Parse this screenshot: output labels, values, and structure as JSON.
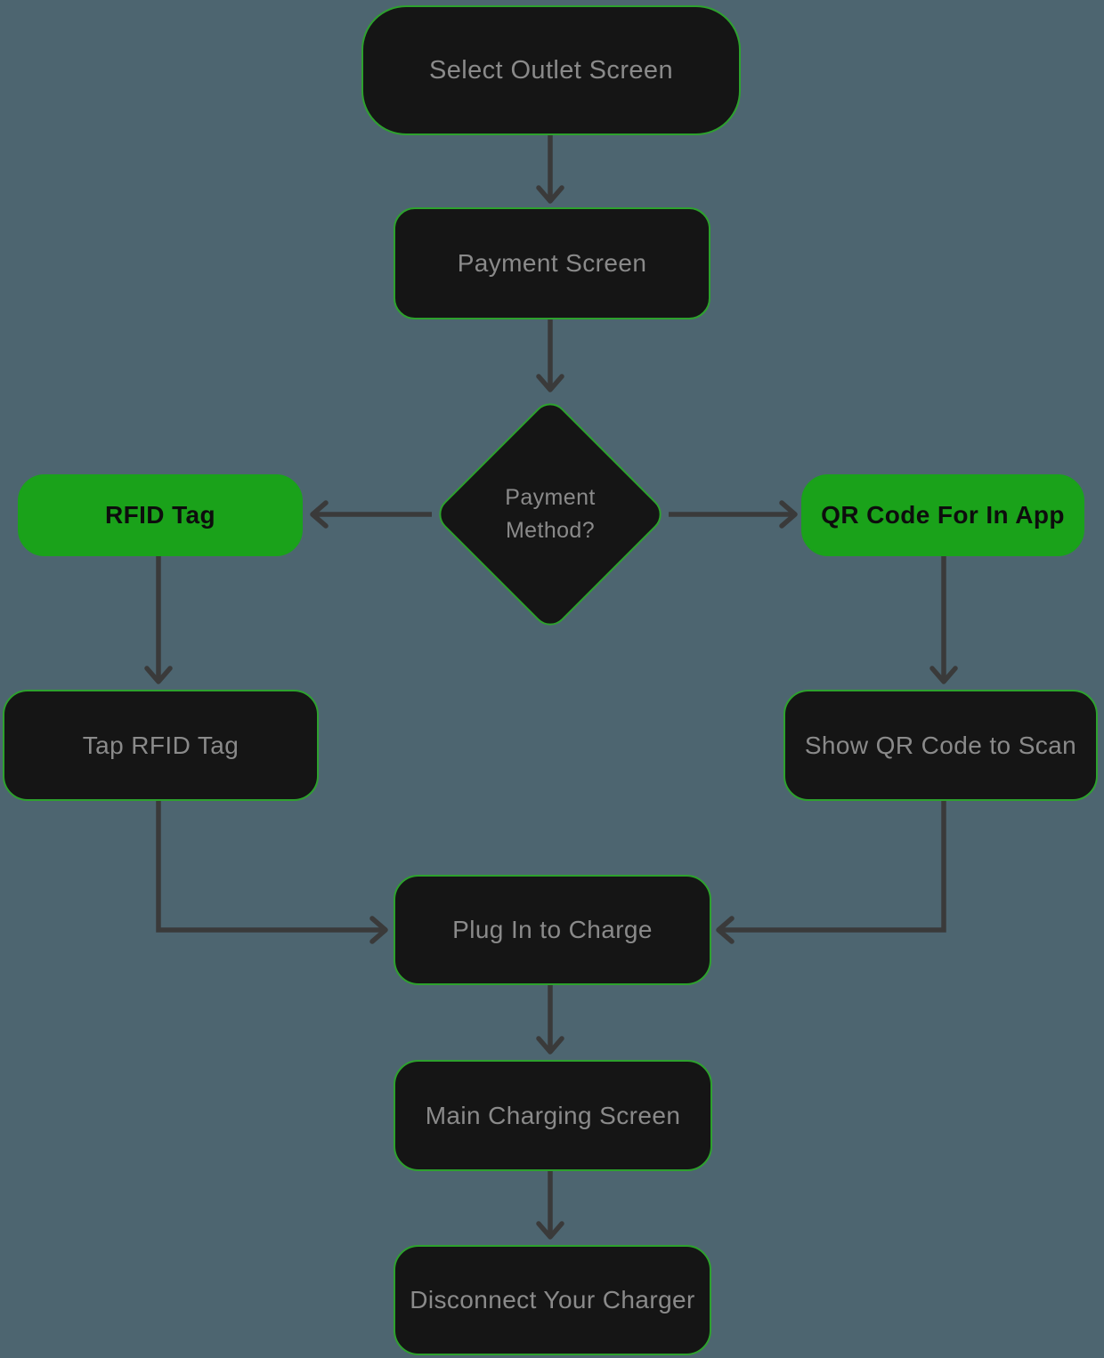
{
  "colors": {
    "background": "#4d6570",
    "node_fill": "#151515",
    "node_border": "#2da12d",
    "node_text": "#8a8a8a",
    "accent_green": "#1aa21a",
    "accent_text": "#0d0d0d",
    "connector": "#3a3a3a"
  },
  "flowchart": {
    "nodes": {
      "select_outlet": {
        "label": "Select Outlet Screen",
        "type": "terminal"
      },
      "payment_screen": {
        "label": "Payment Screen",
        "type": "process"
      },
      "payment_method": {
        "label": "Payment Method?",
        "type": "decision"
      },
      "rfid_tag": {
        "label": "RFID Tag",
        "type": "highlighted"
      },
      "qr_code": {
        "label": "QR Code For In App",
        "type": "highlighted"
      },
      "tap_rfid": {
        "label": "Tap RFID Tag",
        "type": "process"
      },
      "show_qr": {
        "label": "Show QR Code to Scan",
        "type": "process"
      },
      "plug_in": {
        "label": "Plug In to Charge",
        "type": "process"
      },
      "main_charging": {
        "label": "Main Charging Screen",
        "type": "process"
      },
      "disconnect": {
        "label": "Disconnect Your Charger",
        "type": "process"
      }
    },
    "edges": [
      {
        "from": "select_outlet",
        "to": "payment_screen"
      },
      {
        "from": "payment_screen",
        "to": "payment_method"
      },
      {
        "from": "payment_method",
        "to": "rfid_tag"
      },
      {
        "from": "payment_method",
        "to": "qr_code"
      },
      {
        "from": "rfid_tag",
        "to": "tap_rfid"
      },
      {
        "from": "qr_code",
        "to": "show_qr"
      },
      {
        "from": "tap_rfid",
        "to": "plug_in"
      },
      {
        "from": "show_qr",
        "to": "plug_in"
      },
      {
        "from": "plug_in",
        "to": "main_charging"
      },
      {
        "from": "main_charging",
        "to": "disconnect"
      }
    ]
  }
}
